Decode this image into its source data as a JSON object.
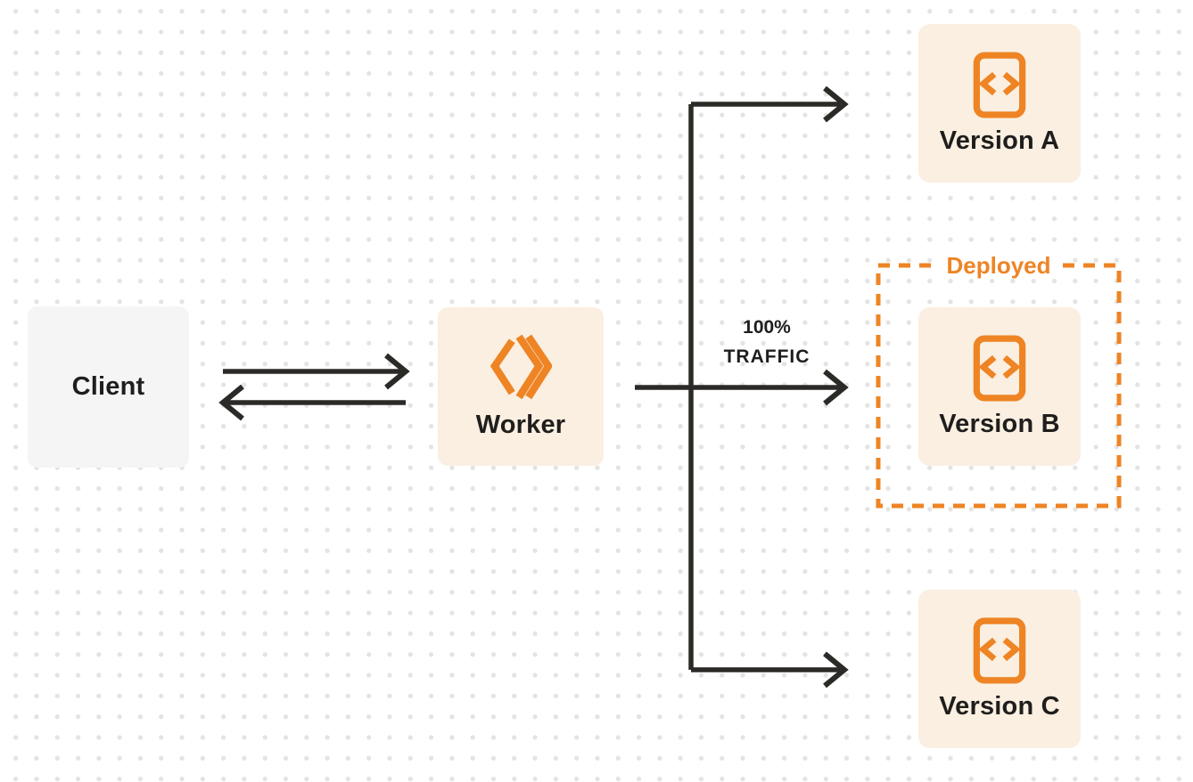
{
  "colors": {
    "accent": "#EE8424",
    "cream": "#FAEFE1",
    "gray": "#F5F5F6",
    "arrow": "#2B2A27",
    "text": "#1F1E1D",
    "dot": "#E3E3E3"
  },
  "nodes": {
    "client": {
      "label": "Client"
    },
    "worker": {
      "label": "Worker",
      "icon": "cloudflare-workers-logo-icon"
    },
    "version_a": {
      "label": "Version A",
      "icon": "code-file-icon"
    },
    "version_b": {
      "label": "Version B",
      "icon": "code-file-icon"
    },
    "version_c": {
      "label": "Version C",
      "icon": "code-file-icon"
    }
  },
  "annotations": {
    "deployed_badge": {
      "label": "Deployed"
    },
    "traffic_label": {
      "line1": "100%",
      "line2": "TRAFFIC"
    }
  },
  "edges": [
    {
      "from": "client",
      "to": "worker"
    },
    {
      "from": "worker",
      "to": "client"
    },
    {
      "from": "worker",
      "to": "version_a"
    },
    {
      "from": "worker",
      "to": "version_b",
      "label": "100% TRAFFIC"
    },
    {
      "from": "worker",
      "to": "version_c"
    }
  ]
}
